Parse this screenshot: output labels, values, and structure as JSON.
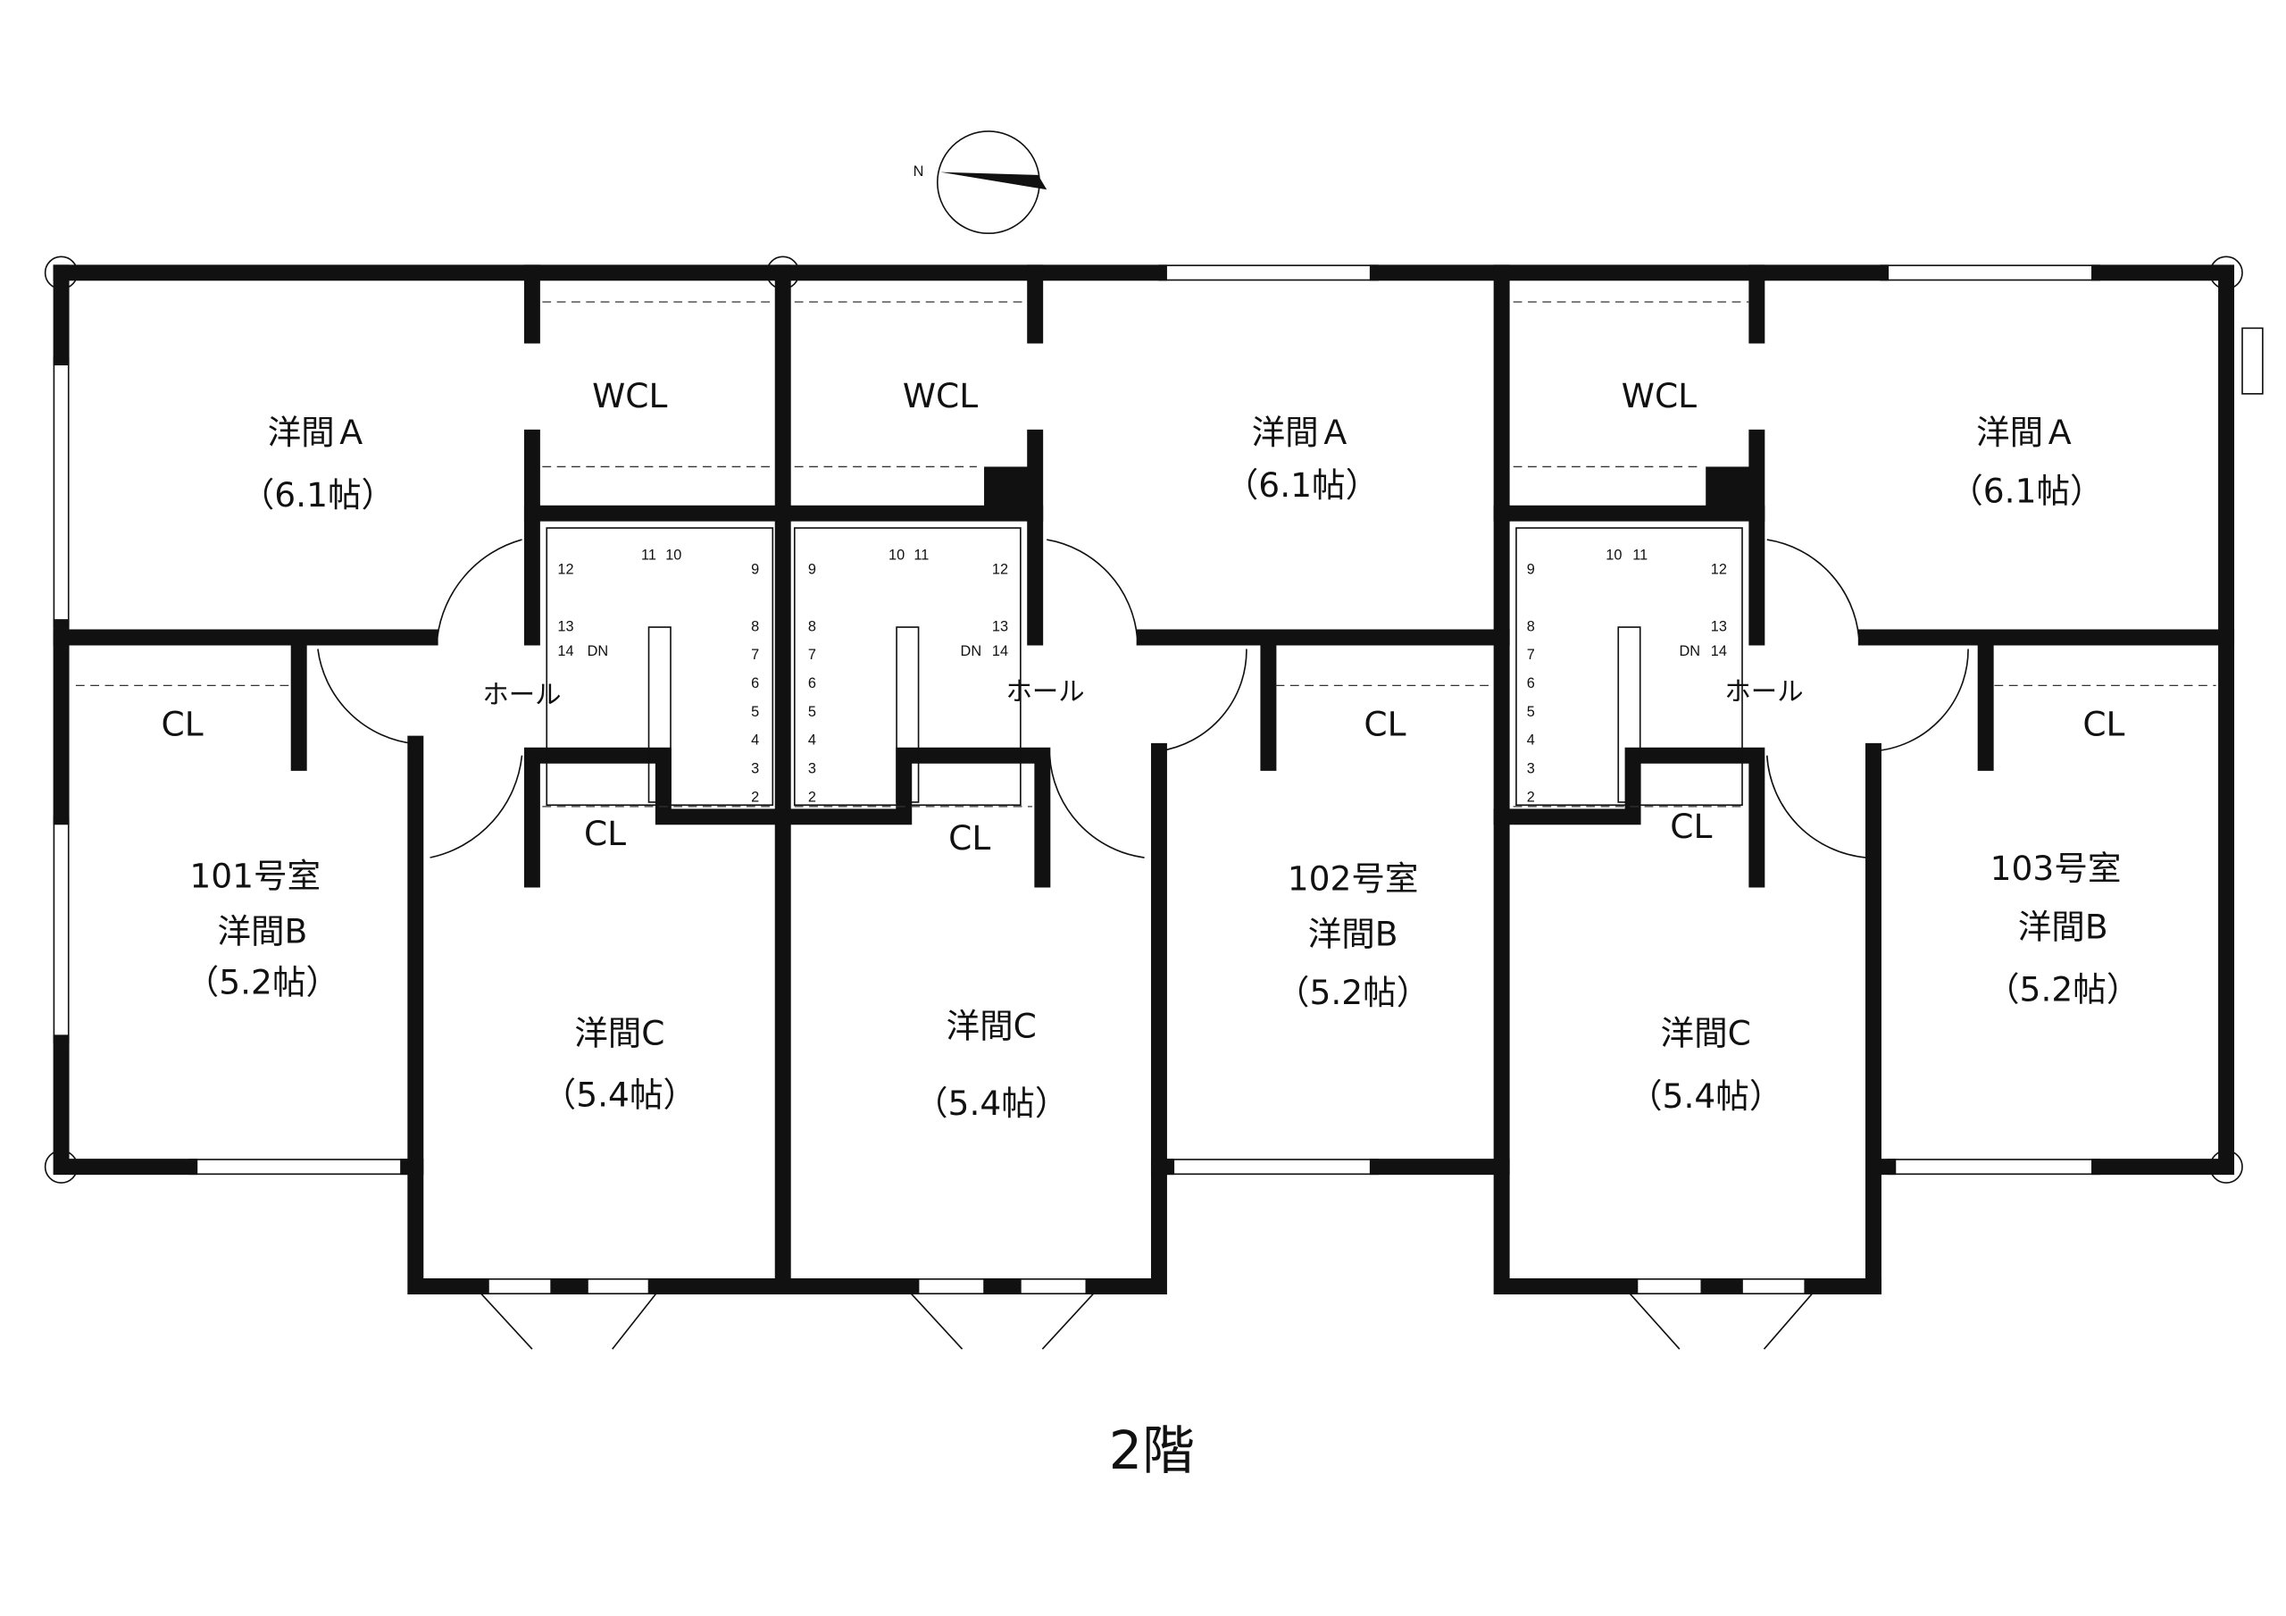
{
  "plan": {
    "title": "2階",
    "compass_label": "N",
    "units": [
      {
        "name": "101号室",
        "western_a": "洋間Ａ",
        "western_a_size": "（6.1帖）",
        "western_b": "洋間B",
        "western_b_size": "（5.2帖）",
        "western_c": "洋間C",
        "western_c_size": "（5.4帖）",
        "wcl": "WCL",
        "cl_b": "CL",
        "cl_c": "CL",
        "hall": "ホール"
      },
      {
        "name": "102号室",
        "western_a": "洋間Ａ",
        "western_a_size": "（6.1帖）",
        "western_b": "洋間B",
        "western_b_size": "（5.2帖）",
        "western_c": "洋間C",
        "western_c_size": "（5.4帖）",
        "wcl": "WCL",
        "cl_b": "CL",
        "cl_c": "CL",
        "hall": "ホール"
      },
      {
        "name": "103号室",
        "western_a": "洋間Ａ",
        "western_a_size": "（6.1帖）",
        "western_b": "洋間B",
        "western_b_size": "（5.2帖）",
        "western_c": "洋間C",
        "western_c_size": "（5.4帖）",
        "wcl": "WCL",
        "cl_b": "CL",
        "cl_c": "CL",
        "hall": "ホール"
      }
    ],
    "stairs": {
      "steps": [
        "2",
        "3",
        "4",
        "5",
        "6",
        "7",
        "8",
        "9",
        "10",
        "11",
        "12",
        "13",
        "14"
      ],
      "down_label": "DN"
    }
  }
}
